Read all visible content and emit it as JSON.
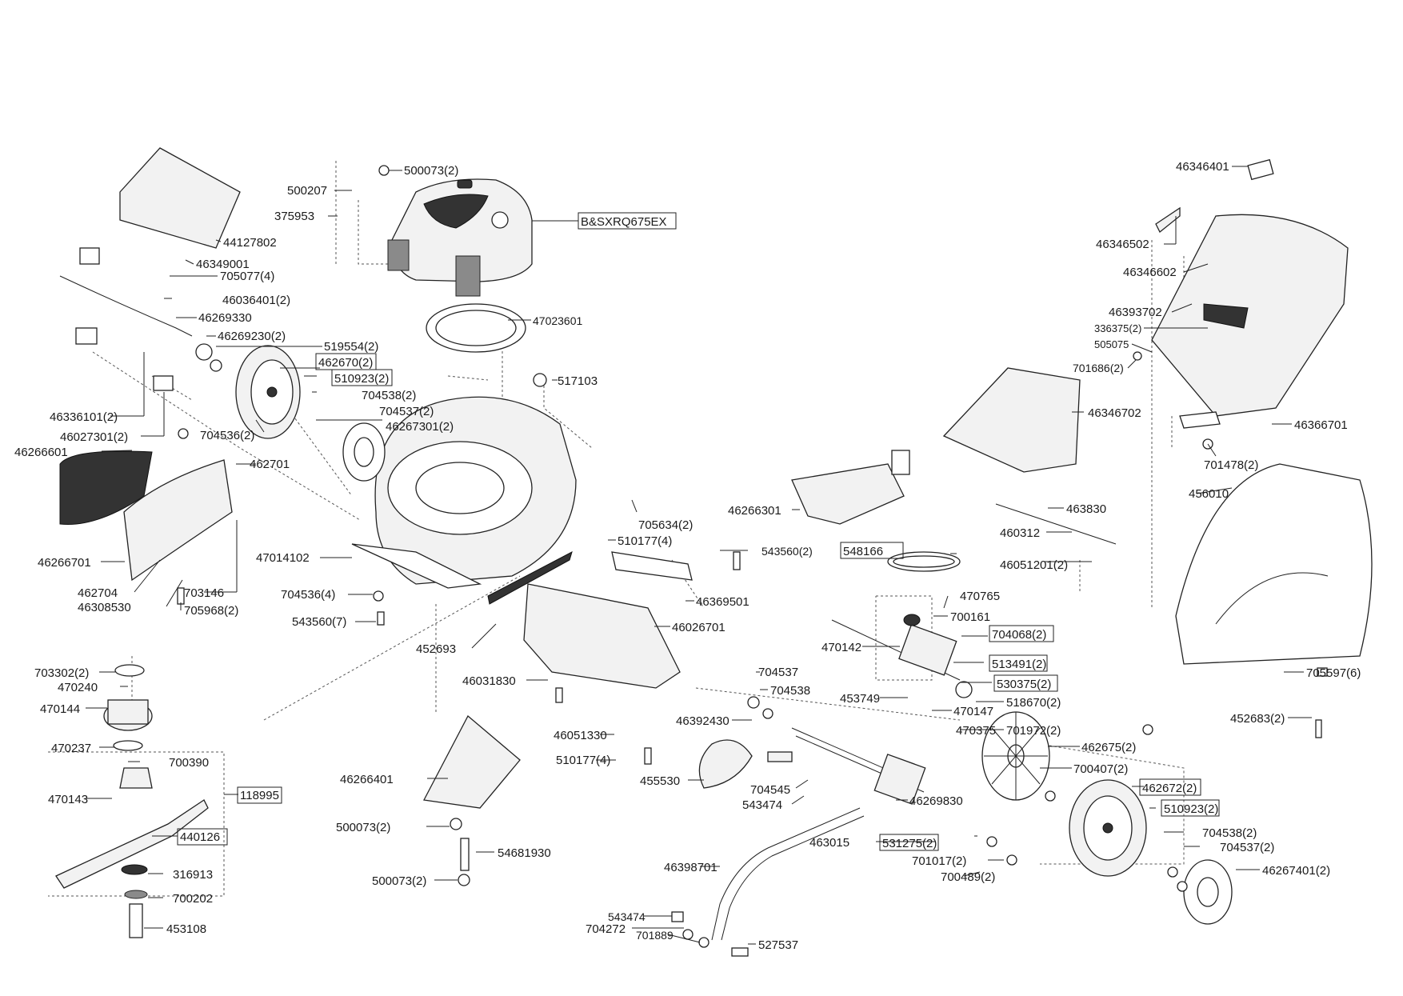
{
  "labels": {
    "l500073a": "500073(2)",
    "l500207": "500207",
    "l375953": "375953",
    "lEngine": "B&SXRQ675EX",
    "l44127802": "44127802",
    "l46349001": "46349001",
    "l705077": "705077(4)",
    "l46036401": "46036401(2)",
    "l46269330": "46269330",
    "l46269230": "46269230(2)",
    "l519554": "519554(2)",
    "l462670": "462670(2)",
    "l510923a": "510923(2)",
    "l704538a": "704538(2)",
    "l704537a": "704537(2)",
    "l46267301": "46267301(2)",
    "l704536a": "704536(2)",
    "l463361": "46336101(2)",
    "l46027301": "46027301(2)",
    "l46266601": "46266601",
    "l462701": "462701",
    "l46266701": "46266701",
    "l462704": "462704",
    "l46308530": "46308530",
    "l703146": "703146",
    "l705968": "705968(2)",
    "l47023601": "47023601",
    "l517103": "517103",
    "l705634": "705634(2)",
    "l510177a": "510177(4)",
    "l543560a": "543560(2)",
    "l47014102": "47014102",
    "l704536b": "704536(4)",
    "l543560b": "543560(7)",
    "l46369501": "46369501",
    "l46026701": "46026701",
    "l452693": "452693",
    "l46031830": "46031830",
    "l46051330": "46051330",
    "l510177b": "510177(4)",
    "l703302": "703302(2)",
    "l470240": "470240",
    "l470144": "470144",
    "l470237": "470237",
    "l700390": "700390",
    "l470143": "470143",
    "l118995": "118995",
    "l440126": "440126",
    "l316913": "316913",
    "l700202": "700202",
    "l453108": "453108",
    "l46266401": "46266401",
    "l500073b": "500073(2)",
    "l54681930": "54681930",
    "l500073c": "500073(2)",
    "l46346401": "46346401",
    "l46346502": "46346502",
    "l46346602": "46346602",
    "l46393702": "46393702",
    "l336375": "336375(2)",
    "l505075": "505075",
    "l701686": "701686(2)",
    "l46346702": "46346702",
    "l46366701": "46366701",
    "l701478": "701478(2)",
    "l456010": "456010",
    "l46266301": "46266301",
    "l463830": "463830",
    "l460312": "460312",
    "l46051201": "46051201(2)",
    "l548166": "548166",
    "l470765": "470765",
    "l700161": "700161",
    "l470142": "470142",
    "l704068": "704068(2)",
    "l513491": "513491(2)",
    "l530375": "530375(2)",
    "l518670": "518670(2)",
    "l453749": "453749",
    "l470147": "470147",
    "l470375": "470375",
    "l701972": "701972(2)",
    "l705597": "705597(6)",
    "l452683": "452683(2)",
    "l704537b": "704537",
    "l704538b": "704538",
    "l46392430": "46392430",
    "l455530": "455530",
    "l704545": "704545",
    "l543474a": "543474",
    "l462675": "462675(2)",
    "l700407": "700407(2)",
    "l462672": "462672(2)",
    "l510923b": "510923(2)",
    "l46269830": "46269830",
    "l463015": "463015",
    "l531275": "531275(2)",
    "l701017": "701017(2)",
    "l700489": "700489(2)",
    "l704538c": "704538(2)",
    "l704537c": "704537(2)",
    "l46267401": "46267401(2)",
    "l46398701": "46398701",
    "l543474b": "543474",
    "l704272": "704272",
    "l701889": "701889",
    "l527537": "527537"
  }
}
